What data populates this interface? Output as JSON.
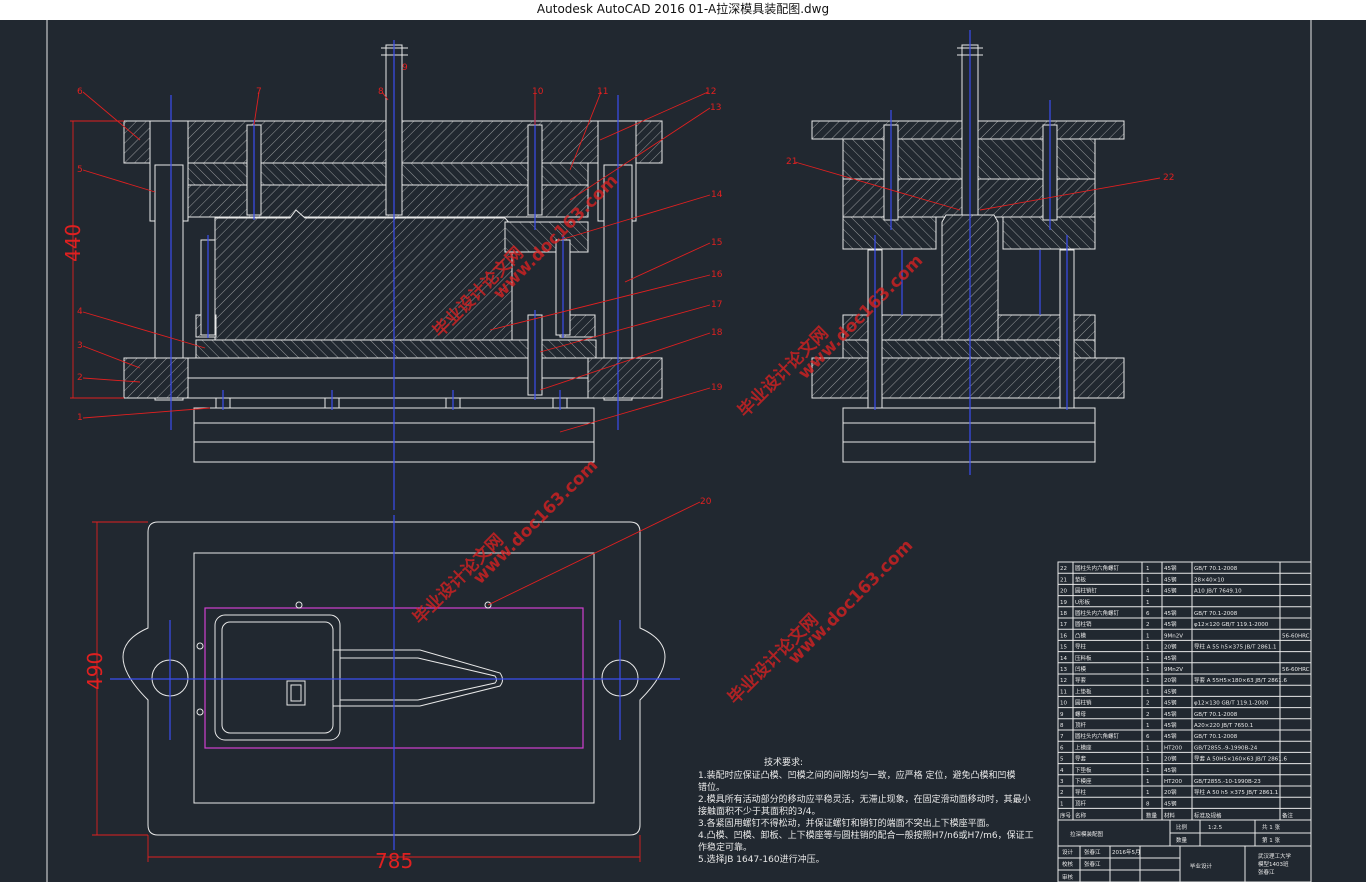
{
  "window": {
    "title": "Autodesk AutoCAD 2016     01-A拉深模具装配图.dwg"
  },
  "dimensions": {
    "height_front": "440",
    "height_plan": "490",
    "width_plan": "785"
  },
  "callouts_front": [
    "1",
    "2",
    "3",
    "4",
    "5",
    "6",
    "7",
    "8",
    "9",
    "10",
    "11",
    "12",
    "13",
    "14",
    "15",
    "16",
    "17",
    "18",
    "19"
  ],
  "callouts_side": [
    "21",
    "22"
  ],
  "callout_plan": "20",
  "watermark": {
    "cn": "毕业设计论文网",
    "url": "www.doc163.com"
  },
  "tech_notes": {
    "title": "技术要求:",
    "lines": [
      "1.装配时应保证凸模、凹模之间的间隙均匀一致，应严格      定位，避免凸模和凹模",
      "错位。",
      "2.模具所有活动部分的移动应平稳灵活，无滞止现象，在固定滑动面移动时，其最小",
      "接触面积不少于其面积的3/4。",
      "3.各紧固用螺钉不得松动，并保证螺钉和销钉的端面不突出上下模座平面。",
      "4.凸模、凹模、卸板、上下模座等与圆柱销的配合一般按照H7/n6或H7/m6，保证工",
      "作稳定可靠。",
      "5.选择JB 1647-160进行冲压。"
    ]
  },
  "bom": {
    "rows": [
      [
        "22",
        "圆柱头内六角螺钉",
        "1",
        "45钢",
        "GB/T 70.1-2008",
        ""
      ],
      [
        "21",
        "垫板",
        "1",
        "45钢",
        "28×40×10",
        ""
      ],
      [
        "20",
        "圆柱销钉",
        "4",
        "45钢",
        "A10 JB/T 7649.10",
        ""
      ],
      [
        "19",
        "U形板",
        "1",
        "",
        "",
        ""
      ],
      [
        "18",
        "圆柱头内六角螺钉",
        "6",
        "45钢",
        "GB/T 70.1-2008",
        ""
      ],
      [
        "17",
        "圆柱销",
        "2",
        "45钢",
        "φ12×120 GB/T 119.1-2000",
        ""
      ],
      [
        "16",
        "凸模",
        "1",
        "9Mn2V",
        "",
        "56-60HRC"
      ],
      [
        "15",
        "导柱",
        "1",
        "20钢",
        "导柱 A 55 h5×375 JB/T 2861.1",
        ""
      ],
      [
        "14",
        "压料板",
        "1",
        "45钢",
        "",
        ""
      ],
      [
        "13",
        "凹模",
        "1",
        "9Mn2V",
        "",
        "56-60HRC"
      ],
      [
        "12",
        "导套",
        "1",
        "20钢",
        "导套 A 55H5×180×63 JB/T 2861.6",
        ""
      ],
      [
        "11",
        "上垫板",
        "1",
        "45钢",
        "",
        ""
      ],
      [
        "10",
        "圆柱销",
        "2",
        "45钢",
        "φ12×130 GB/T 119.1-2000",
        ""
      ],
      [
        "9",
        "螺母",
        "2",
        "45钢",
        "GB/T 70.1-2008",
        ""
      ],
      [
        "8",
        "顶杆",
        "1",
        "45钢",
        "A20×220 JB/T 7650.1",
        ""
      ],
      [
        "7",
        "圆柱头内六角螺钉",
        "6",
        "45钢",
        "GB/T 70.1-2008",
        ""
      ],
      [
        "6",
        "上模座",
        "1",
        "HT200",
        "GB/T2855.-9-1990B-24",
        ""
      ],
      [
        "5",
        "导套",
        "1",
        "20钢",
        "导套 A 50H5×160×63 JB/T 2861.6",
        ""
      ],
      [
        "4",
        "下垫板",
        "1",
        "45钢",
        "",
        ""
      ],
      [
        "3",
        "下模座",
        "1",
        "HT200",
        "GB/T2855.-10-1990B-23",
        ""
      ],
      [
        "2",
        "导柱",
        "1",
        "20钢",
        "导柱 A 50 h5 ×375 JB/T 2861.1",
        ""
      ],
      [
        "1",
        "顶杆",
        "8",
        "45钢",
        "",
        ""
      ]
    ],
    "header": [
      "序号",
      "名称",
      "数量",
      "材料",
      "标准及规格",
      "备注"
    ],
    "title_block": {
      "drawing_name": "拉深模装配图",
      "scale_label": "比例",
      "scale": "1:2.5",
      "sheet_total": "共 1 张",
      "sheet_no": "第 1 张",
      "design": "设计",
      "designer": "张春江",
      "date": "2016年5月",
      "check": "校核",
      "approve": "审核",
      "project": "毕业设计",
      "school": "武汉理工大学",
      "class": "模型1403班",
      "student": "张春江",
      "qty_label": "数量"
    }
  }
}
